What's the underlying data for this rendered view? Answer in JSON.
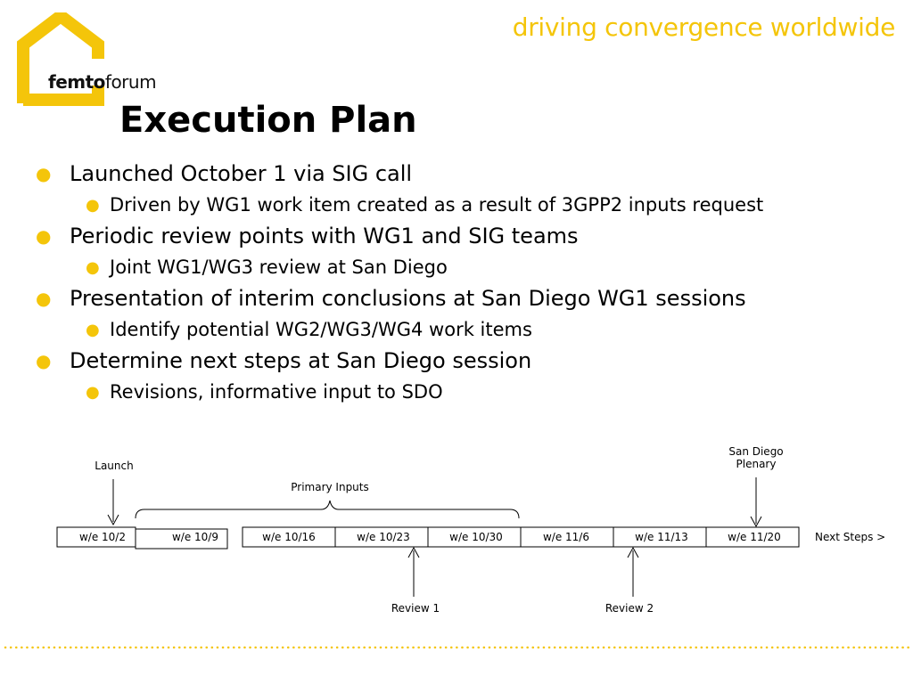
{
  "header": {
    "logo_bold": "femto",
    "logo_light": "forum",
    "tagline": "driving convergence worldwide"
  },
  "slide": {
    "title": "Execution Plan",
    "bullets": [
      {
        "text": "Launched October 1 via SIG call",
        "sub": "Driven by WG1 work item created as a result of 3GPP2 inputs request"
      },
      {
        "text": "Periodic review points with WG1 and SIG teams",
        "sub": "Joint WG1/WG3 review at San Diego"
      },
      {
        "text": "Presentation of interim conclusions at San Diego WG1 sessions",
        "sub": "Identify potential WG2/WG3/WG4 work items"
      },
      {
        "text": "Determine next steps at San Diego session",
        "sub": "Revisions, informative input to SDO"
      }
    ]
  },
  "timeline": {
    "weeks": [
      "w/e 10/2",
      "w/e 10/9",
      "w/e 10/16",
      "w/e 10/23",
      "w/e 10/30",
      "w/e 11/6",
      "w/e 11/13",
      "w/e 11/20"
    ],
    "next_steps": "Next Steps >",
    "launch": "Launch",
    "primary_inputs": "Primary Inputs",
    "plenary_line1": "San Diego",
    "plenary_line2": "Plenary",
    "review1": "Review 1",
    "review2": "Review 2"
  },
  "colors": {
    "accent": "#F4C50A",
    "text": "#000000"
  }
}
